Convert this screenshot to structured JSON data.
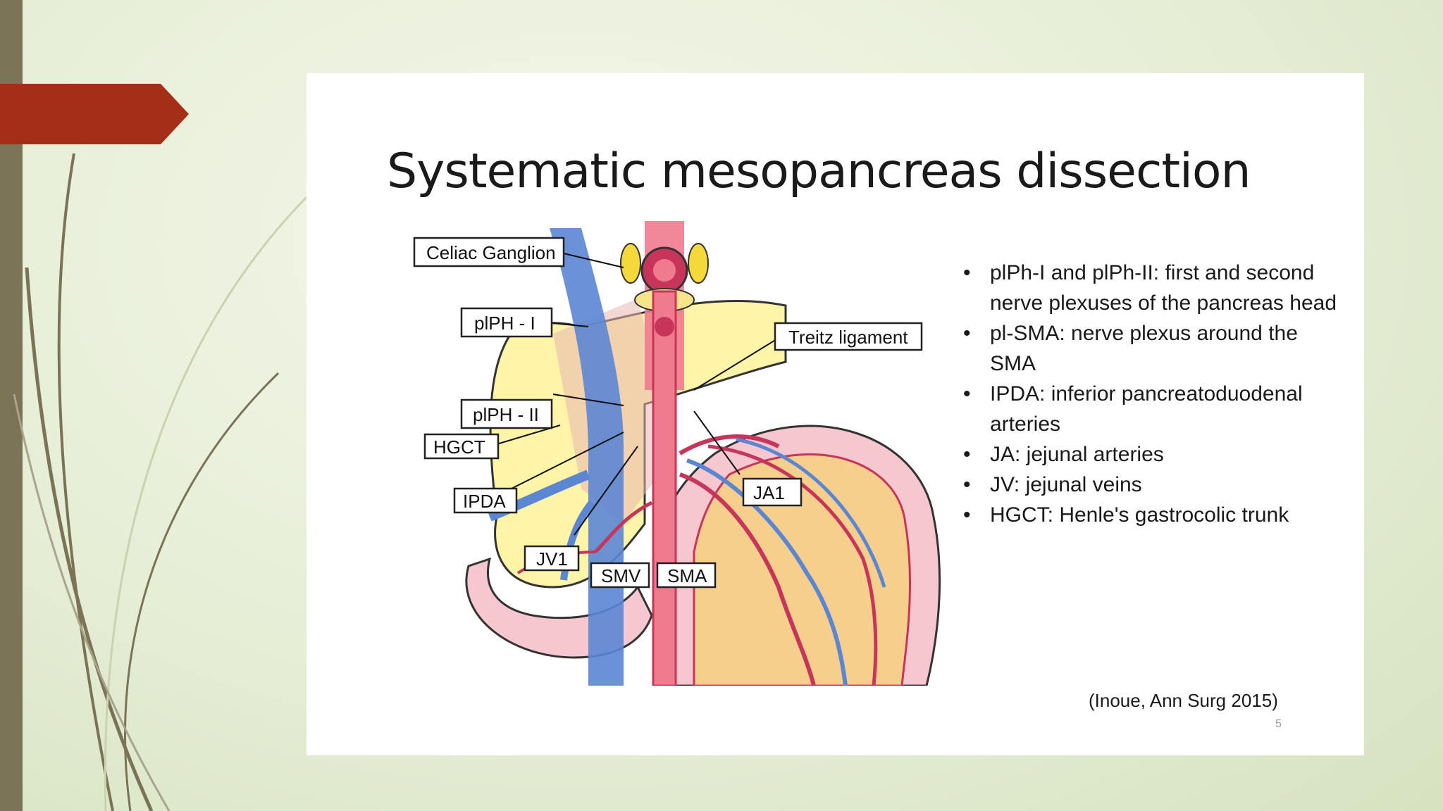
{
  "slide": {
    "title": "Systematic mesopancreas dissection",
    "bullets": [
      "plPh-I and plPh-II: first and second nerve plexuses of the pancreas head",
      "pl-SMA: nerve plexus around the SMA",
      "IPDA: inferior pancreatoduodenal arteries",
      "JA: jejunal arteries",
      "JV: jejunal veins",
      "HGCT: Henle's gastrocolic trunk"
    ],
    "citation": "(Inoue, Ann Surg 2015)",
    "page_number": "5"
  },
  "diagram": {
    "labels": {
      "celiac_ganglion": "Celiac Ganglion",
      "plph_1": "plPH - I",
      "plph_2": "plPH - II",
      "treitz": "Treitz ligament",
      "hgct": "HGCT",
      "ipda": "IPDA",
      "jv1": "JV1",
      "smv": "SMV",
      "sma": "SMA",
      "ja1": "JA1"
    }
  },
  "colors": {
    "theme_bar": "#7a7356",
    "accent_arrow": "#a52f16",
    "vein": "#5b86d4",
    "artery": "#e24a6a",
    "pancreas": "#fff4a8",
    "bowel": "#f7c7cf"
  }
}
